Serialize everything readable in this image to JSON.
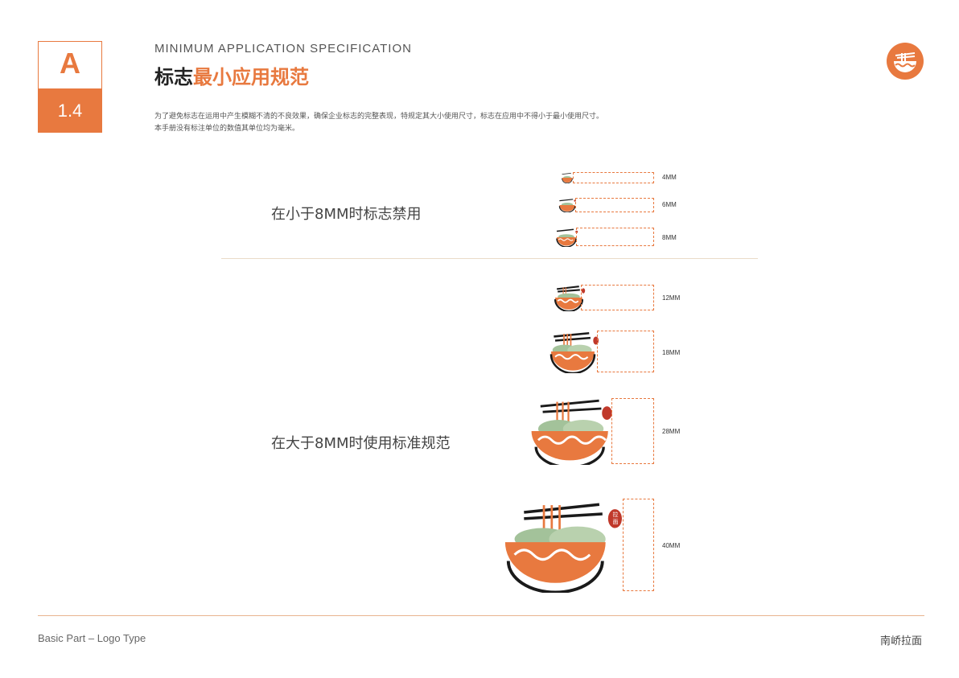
{
  "section": {
    "letter": "A",
    "number": "1.4"
  },
  "header": {
    "subtitle_en": "MINIMUM APPLICATION SPECIFICATION",
    "title_plain": "标志",
    "title_highlight": "最小应用规范"
  },
  "description": {
    "line1": "为了避免标志在运用中产生模糊不清的不良效果，确保企业标志的完整表现，特规定其大小使用尺寸，标志在应用中不得小于最小使用尺寸。",
    "line2": "本手册没有标注单位的数值其单位均为毫米。"
  },
  "rows": {
    "forbidden_label": "在小于8MM时标志禁用",
    "standard_label": "在大于8MM时使用标准规范"
  },
  "sizes": {
    "s4": "4MM",
    "s6": "6MM",
    "s8": "8MM",
    "s12": "12MM",
    "s18": "18MM",
    "s28": "28MM",
    "s40": "40MM"
  },
  "seal_text": "拉面",
  "footer": {
    "left": "Basic Part – Logo Type",
    "right": "南峤拉面"
  },
  "colors": {
    "accent": "#e8793f",
    "green": "#a3c29a",
    "dark": "#1a1a1a",
    "seal_red": "#c0392b"
  }
}
